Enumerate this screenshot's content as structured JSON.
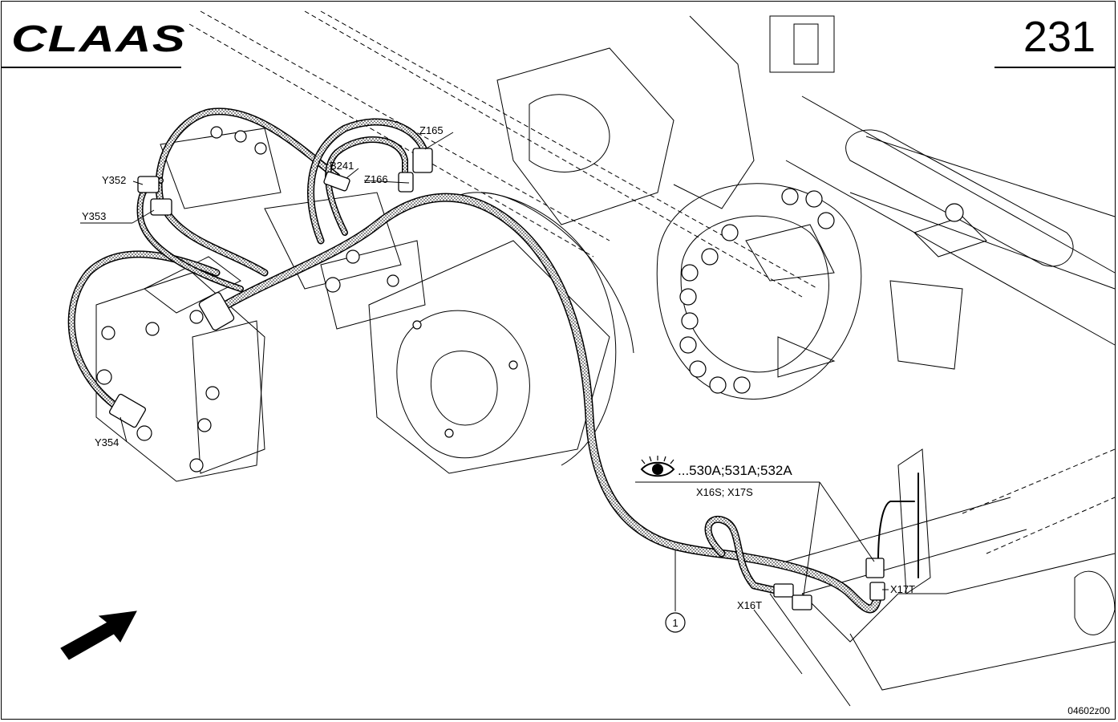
{
  "header": {
    "brand": "CLAAS",
    "page_number": "231"
  },
  "labels": {
    "y352": "Y352",
    "y353": "Y353",
    "y354": "Y354",
    "b241": "B241",
    "z165": "Z165",
    "z166": "Z166",
    "x16t": "X16T",
    "x17t": "X17T"
  },
  "reference": {
    "text": "...530A;531A;532A",
    "connectors": "X16S; X17S",
    "icon": "eye-icon"
  },
  "callout": {
    "number": "1"
  },
  "footer": {
    "drawing_code": "04602z00"
  },
  "icons": [
    "eye-icon",
    "direction-arrow-icon",
    "claas-logo"
  ]
}
